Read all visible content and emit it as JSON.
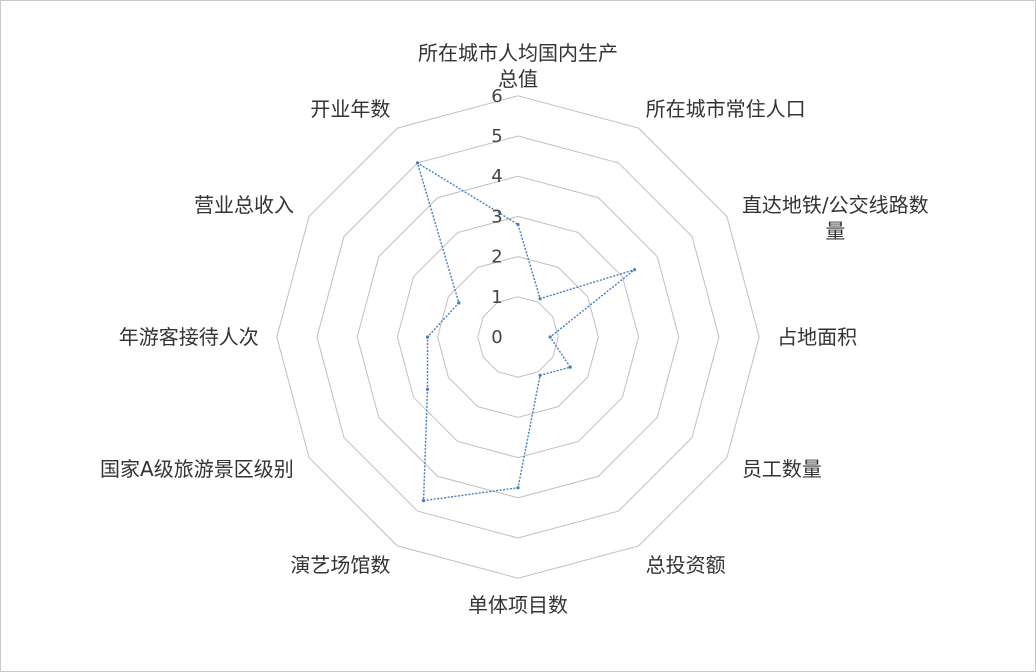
{
  "chart_data": {
    "type": "radar",
    "title": "",
    "categories": [
      "所在城市人均国内生产总值",
      "所在城市常住人口",
      "直达地铁/公交线路数量",
      "占地面积",
      "员工数量",
      "总投资额",
      "单体项目数",
      "演艺场馆数",
      "国家A级旅游景区级别",
      "年游客接待人次",
      "营业总收入",
      "开业年数"
    ],
    "category_display": [
      [
        "所在城市人均国内生产",
        "总值"
      ],
      [
        "所在城市常住人口"
      ],
      [
        "直达地铁/公交线路数",
        "量"
      ],
      [
        "占地面积"
      ],
      [
        "员工数量"
      ],
      [
        "总投资额"
      ],
      [
        "单体项目数"
      ],
      [
        "演艺场馆数"
      ],
      [
        "国家A级旅游景区级别"
      ],
      [
        "年游客接待人次"
      ],
      [
        "营业总收入"
      ],
      [
        "开业年数"
      ]
    ],
    "series": [
      {
        "values": [
          2.8,
          1.1,
          3.35,
          0.8,
          1.5,
          1.1,
          3.75,
          4.7,
          2.6,
          2.25,
          1.7,
          5.0
        ],
        "color": "#3f7fc0",
        "line_style": "dotted"
      }
    ],
    "rlim": [
      0,
      6
    ],
    "ticks": [
      "0",
      "1",
      "2",
      "3",
      "4",
      "5",
      "6"
    ],
    "grid": true,
    "grid_color": "#c9bcbc",
    "legend": "none"
  }
}
